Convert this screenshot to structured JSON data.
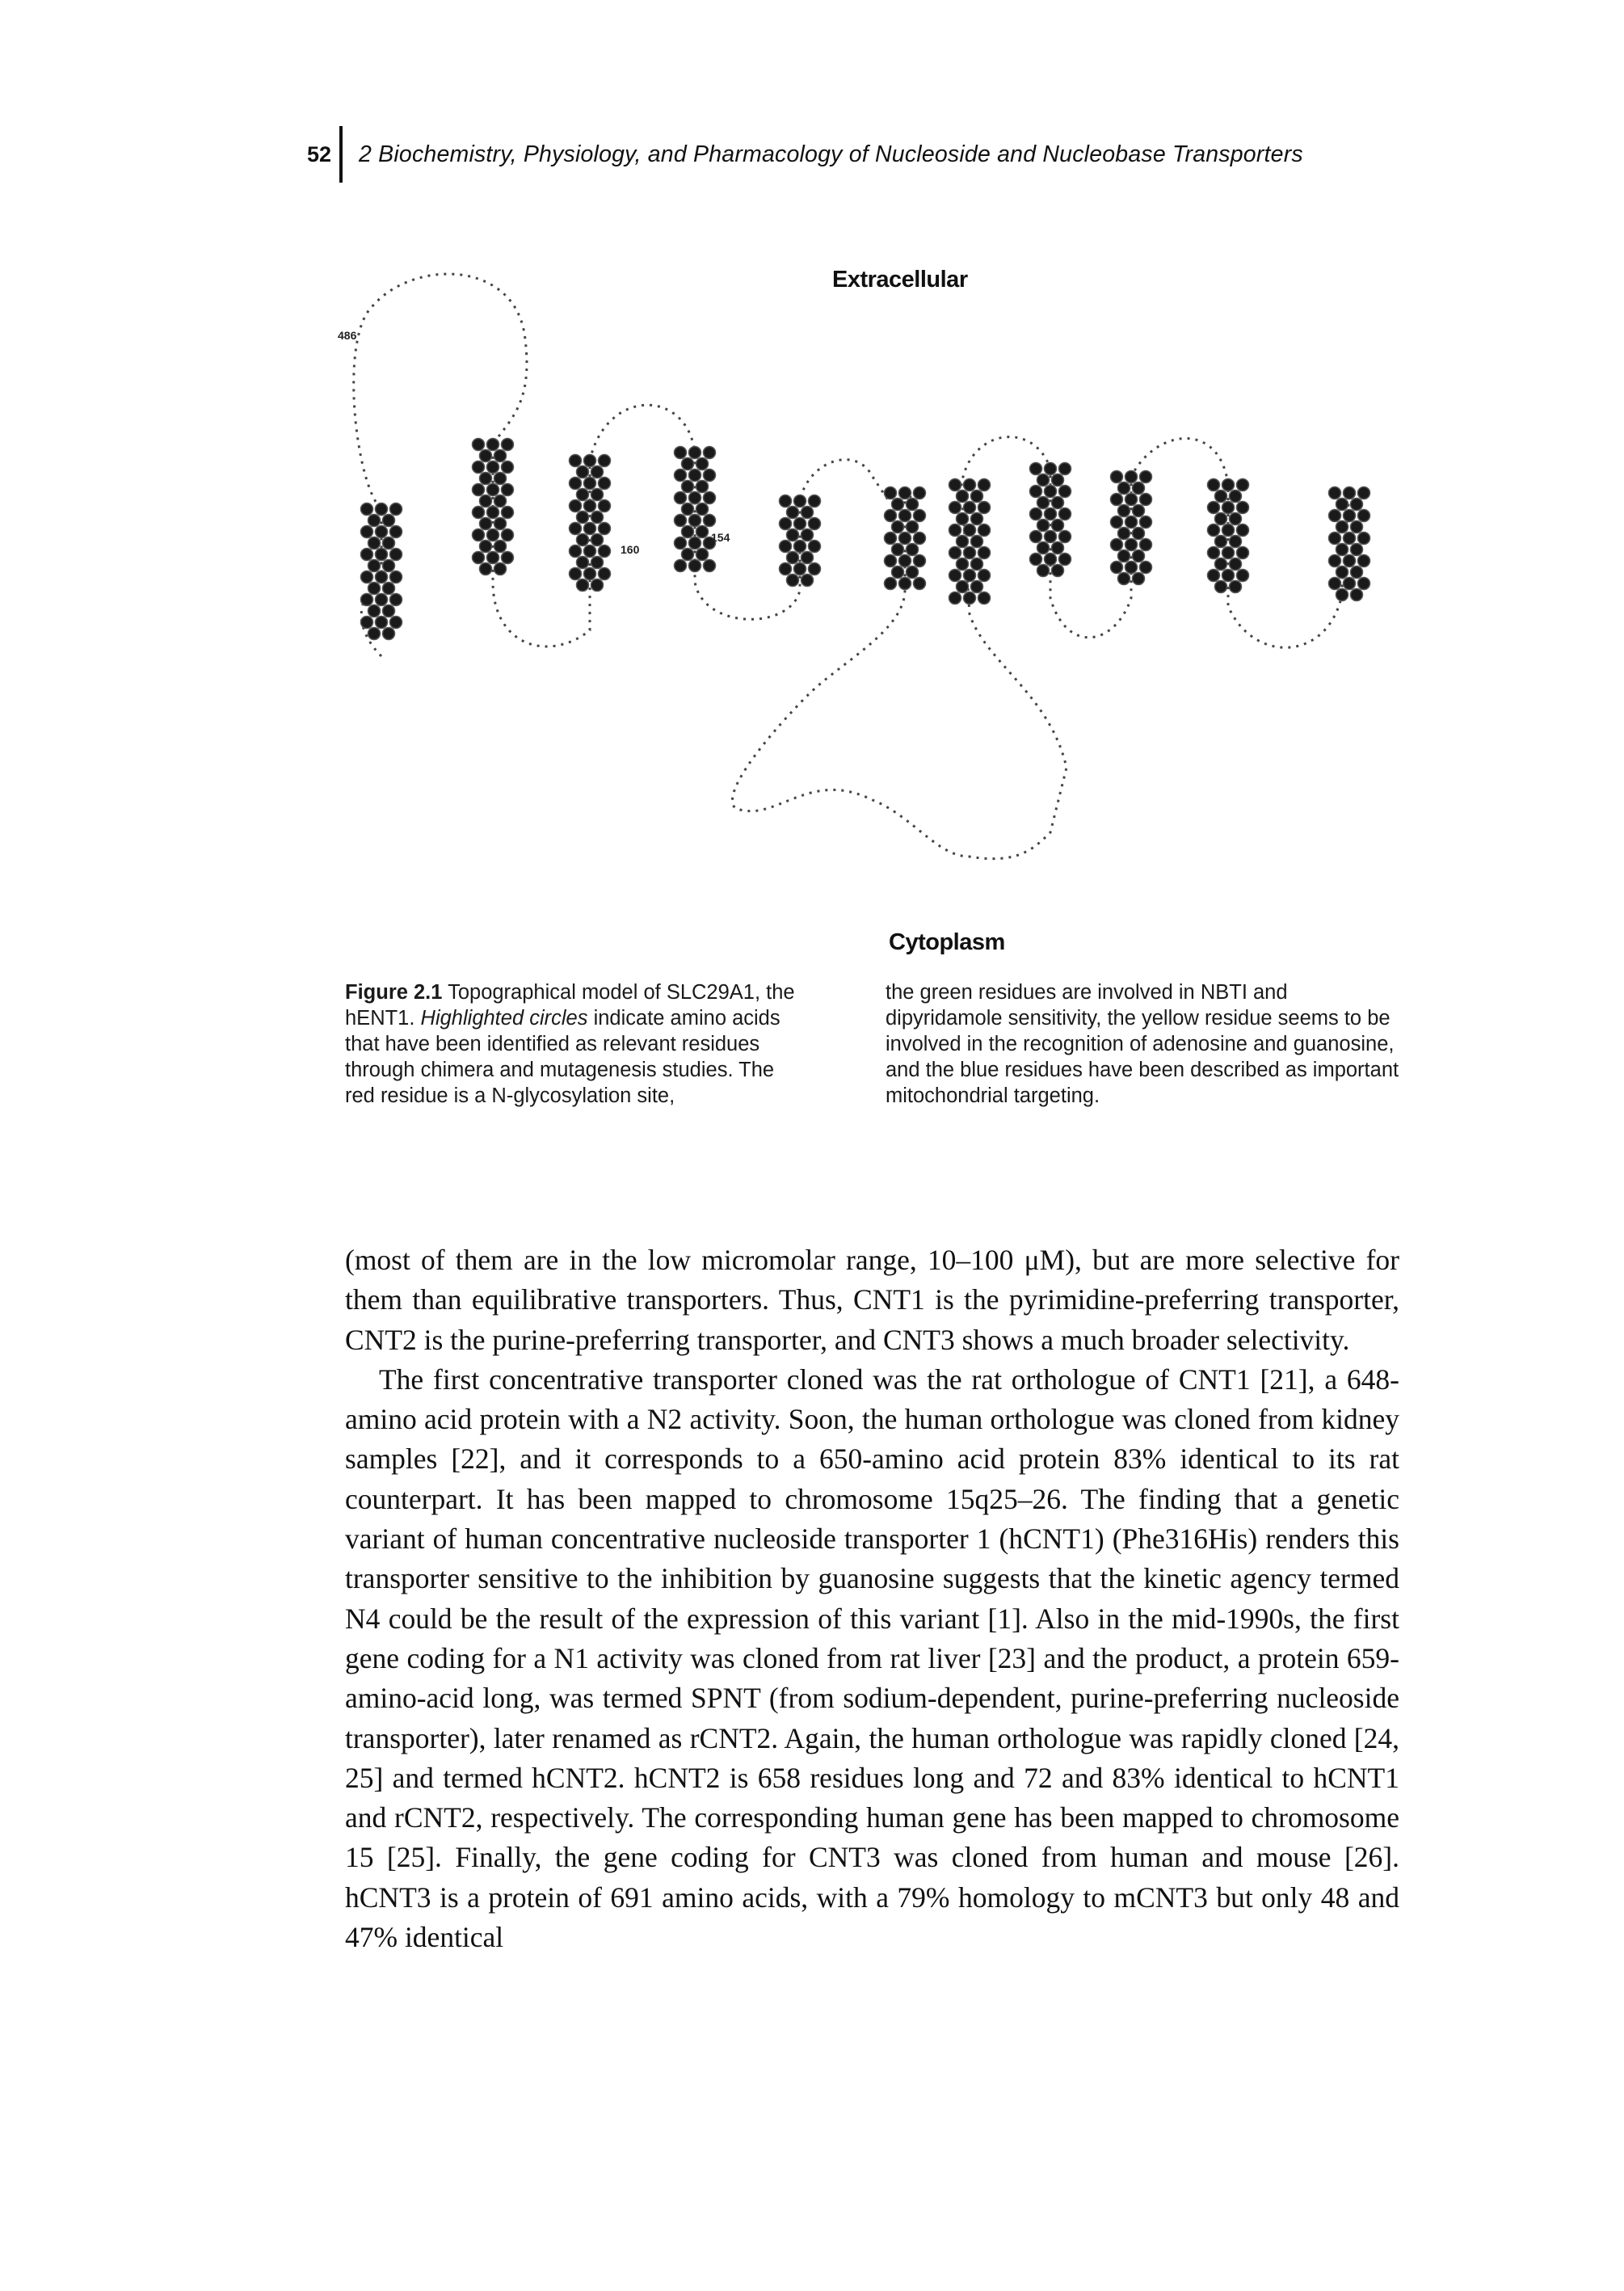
{
  "header": {
    "page_number": "52",
    "running_title": "2 Biochemistry, Physiology, and Pharmacology of Nucleoside and Nucleobase Transporters"
  },
  "figure": {
    "region_top": "Extracellular",
    "region_bottom": "Cytoplasm",
    "residue_labels": [
      "486",
      "154",
      "160"
    ],
    "caption_label": "Figure 2.1",
    "caption_part1": " Topographical model of SLC29A1, the hENT1. ",
    "caption_italic": "Highlighted circles",
    "caption_part2": " indicate amino acids that have been identified as relevant residues through chimera and mutagenesis studies. The red residue is a N-glycosylation site,",
    "caption_right": "the green residues are involved in NBTI and dipyridamole sensitivity, the yellow residue seems to be involved in the recognition of adenosine and guanosine, and the blue residues have been described as important mitochondrial targeting."
  },
  "body": {
    "paragraphs": [
      "(most of them are in the low micromolar range, 10–100 μM), but are more selective for them than equilibrative transporters. Thus, CNT1 is the pyrimidine-preferring transporter, CNT2 is the purine-preferring transporter, and CNT3 shows a much broader selectivity.",
      "The first concentrative transporter cloned was the rat orthologue of CNT1 [21], a 648-amino acid protein with a N2 activity. Soon, the human orthologue was cloned from kidney samples [22], and it corresponds to a 650-amino acid protein 83% identical to its rat counterpart. It has been mapped to chromosome 15q25–26. The finding that a genetic variant of human concentrative nucleoside transporter 1 (hCNT1) (Phe316His) renders this transporter sensitive to the inhibition by guanosine suggests that the kinetic agency termed N4 could be the result of the expression of this variant [1]. Also in the mid-1990s, the first gene coding for a N1 activity was cloned from rat liver [23] and the product, a protein 659-amino-acid long, was termed SPNT (from sodium-dependent, purine-preferring nucleoside transporter), later renamed as rCNT2. Again, the human orthologue was rapidly cloned [24, 25] and termed hCNT2. hCNT2 is 658 residues long and 72 and 83% identical to hCNT1 and rCNT2, respectively. The corresponding human gene has been mapped to chromosome 15 [25]. Finally, the gene coding for CNT3 was cloned from human and mouse [26]. hCNT3 is a protein of 691 amino acids, with a 79% homology to mCNT3 but only 48 and 47% identical"
    ]
  }
}
